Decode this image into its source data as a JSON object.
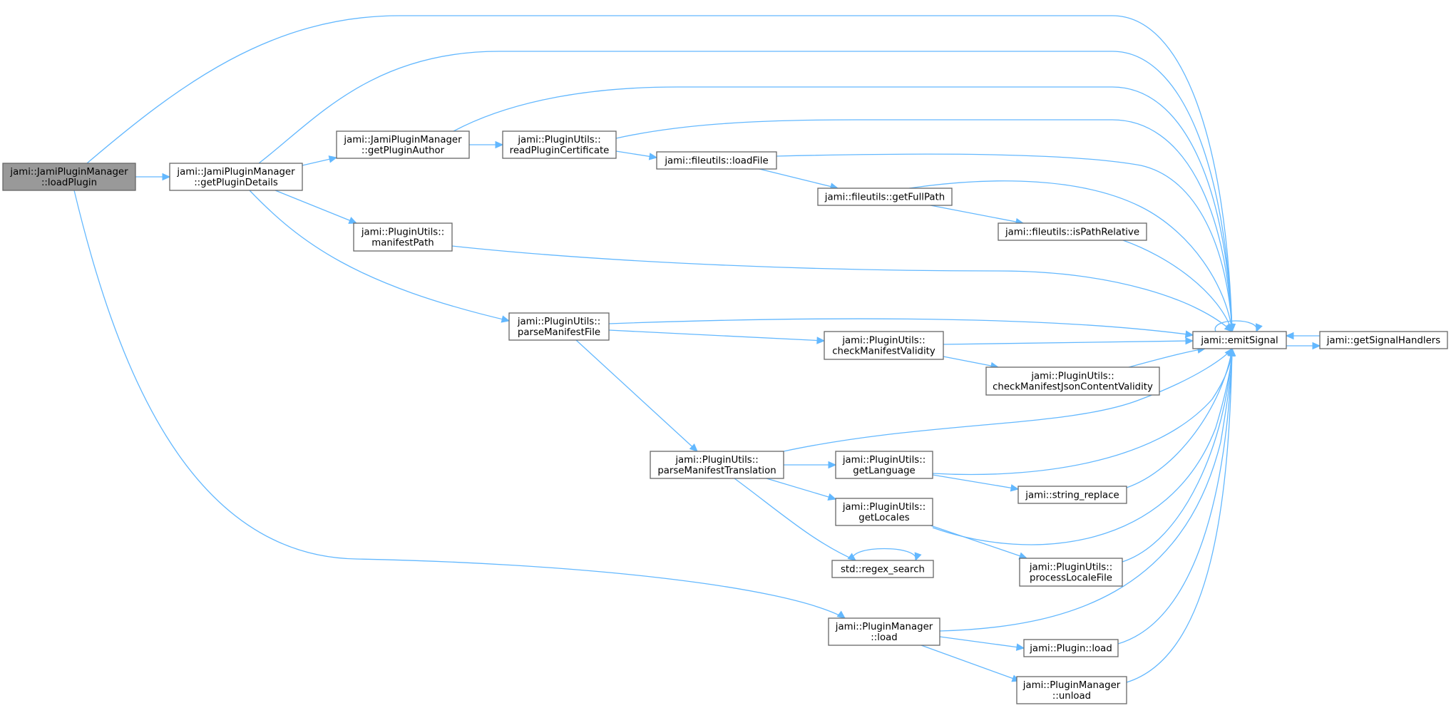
{
  "nodes": [
    {
      "id": "loadPlugin",
      "lines": [
        "jami::JamiPluginManager",
        "::loadPlugin"
      ],
      "root": true
    },
    {
      "id": "getPluginDetails",
      "lines": [
        "jami::JamiPluginManager",
        "::getPluginDetails"
      ]
    },
    {
      "id": "getPluginAuthor",
      "lines": [
        "jami::JamiPluginManager",
        "::getPluginAuthor"
      ]
    },
    {
      "id": "readPluginCertificate",
      "lines": [
        "jami::PluginUtils::",
        "readPluginCertificate"
      ]
    },
    {
      "id": "loadFile",
      "lines": [
        "jami::fileutils::loadFile"
      ]
    },
    {
      "id": "getFullPath",
      "lines": [
        "jami::fileutils::getFullPath"
      ]
    },
    {
      "id": "isPathRelative",
      "lines": [
        "jami::fileutils::isPathRelative"
      ]
    },
    {
      "id": "manifestPath",
      "lines": [
        "jami::PluginUtils::",
        "manifestPath"
      ]
    },
    {
      "id": "parseManifestFile",
      "lines": [
        "jami::PluginUtils::",
        "parseManifestFile"
      ]
    },
    {
      "id": "checkManifestValidity",
      "lines": [
        "jami::PluginUtils::",
        "checkManifestValidity"
      ]
    },
    {
      "id": "checkManifestJsonContentValidity",
      "lines": [
        "jami::PluginUtils::",
        "checkManifestJsonContentValidity"
      ]
    },
    {
      "id": "emitSignal",
      "lines": [
        "jami::emitSignal"
      ]
    },
    {
      "id": "getSignalHandlers",
      "lines": [
        "jami::getSignalHandlers"
      ]
    },
    {
      "id": "parseManifestTranslation",
      "lines": [
        "jami::PluginUtils::",
        "parseManifestTranslation"
      ]
    },
    {
      "id": "getLanguage",
      "lines": [
        "jami::PluginUtils::",
        "getLanguage"
      ]
    },
    {
      "id": "string_replace",
      "lines": [
        "jami::string_replace"
      ]
    },
    {
      "id": "getLocales",
      "lines": [
        "jami::PluginUtils::",
        "getLocales"
      ]
    },
    {
      "id": "processLocaleFile",
      "lines": [
        "jami::PluginUtils::",
        "processLocaleFile"
      ]
    },
    {
      "id": "regex_search",
      "lines": [
        "std::regex_search"
      ]
    },
    {
      "id": "PluginManager_load",
      "lines": [
        "jami::PluginManager",
        "::load"
      ]
    },
    {
      "id": "Plugin_load",
      "lines": [
        "jami::Plugin::load"
      ]
    },
    {
      "id": "PluginManager_unload",
      "lines": [
        "jami::PluginManager",
        "::unload"
      ]
    }
  ],
  "edges": [
    [
      "loadPlugin",
      "getPluginDetails"
    ],
    [
      "loadPlugin",
      "emitSignal"
    ],
    [
      "loadPlugin",
      "PluginManager_load"
    ],
    [
      "getPluginDetails",
      "getPluginAuthor"
    ],
    [
      "getPluginDetails",
      "emitSignal"
    ],
    [
      "getPluginDetails",
      "manifestPath"
    ],
    [
      "getPluginDetails",
      "parseManifestFile"
    ],
    [
      "getPluginAuthor",
      "readPluginCertificate"
    ],
    [
      "getPluginAuthor",
      "emitSignal"
    ],
    [
      "readPluginCertificate",
      "emitSignal"
    ],
    [
      "readPluginCertificate",
      "loadFile"
    ],
    [
      "loadFile",
      "emitSignal"
    ],
    [
      "loadFile",
      "getFullPath"
    ],
    [
      "getFullPath",
      "emitSignal"
    ],
    [
      "getFullPath",
      "isPathRelative"
    ],
    [
      "isPathRelative",
      "emitSignal"
    ],
    [
      "manifestPath",
      "emitSignal"
    ],
    [
      "parseManifestFile",
      "emitSignal"
    ],
    [
      "parseManifestFile",
      "checkManifestValidity"
    ],
    [
      "parseManifestFile",
      "parseManifestTranslation"
    ],
    [
      "checkManifestValidity",
      "emitSignal"
    ],
    [
      "checkManifestValidity",
      "checkManifestJsonContentValidity"
    ],
    [
      "checkManifestJsonContentValidity",
      "emitSignal"
    ],
    [
      "emitSignal",
      "emitSignal"
    ],
    [
      "emitSignal",
      "getSignalHandlers"
    ],
    [
      "getSignalHandlers",
      "emitSignal"
    ],
    [
      "parseManifestTranslation",
      "emitSignal"
    ],
    [
      "parseManifestTranslation",
      "getLanguage"
    ],
    [
      "parseManifestTranslation",
      "getLocales"
    ],
    [
      "parseManifestTranslation",
      "regex_search"
    ],
    [
      "getLanguage",
      "emitSignal"
    ],
    [
      "getLanguage",
      "string_replace"
    ],
    [
      "string_replace",
      "emitSignal"
    ],
    [
      "getLocales",
      "emitSignal"
    ],
    [
      "getLocales",
      "processLocaleFile"
    ],
    [
      "processLocaleFile",
      "emitSignal"
    ],
    [
      "regex_search",
      "regex_search"
    ],
    [
      "PluginManager_load",
      "emitSignal"
    ],
    [
      "PluginManager_load",
      "Plugin_load"
    ],
    [
      "PluginManager_load",
      "PluginManager_unload"
    ],
    [
      "Plugin_load",
      "emitSignal"
    ],
    [
      "PluginManager_unload",
      "emitSignal"
    ]
  ],
  "colors": {
    "edge": "#63b8ff",
    "node_border": "#666666",
    "root_fill": "#999999",
    "node_fill": "#ffffff"
  }
}
